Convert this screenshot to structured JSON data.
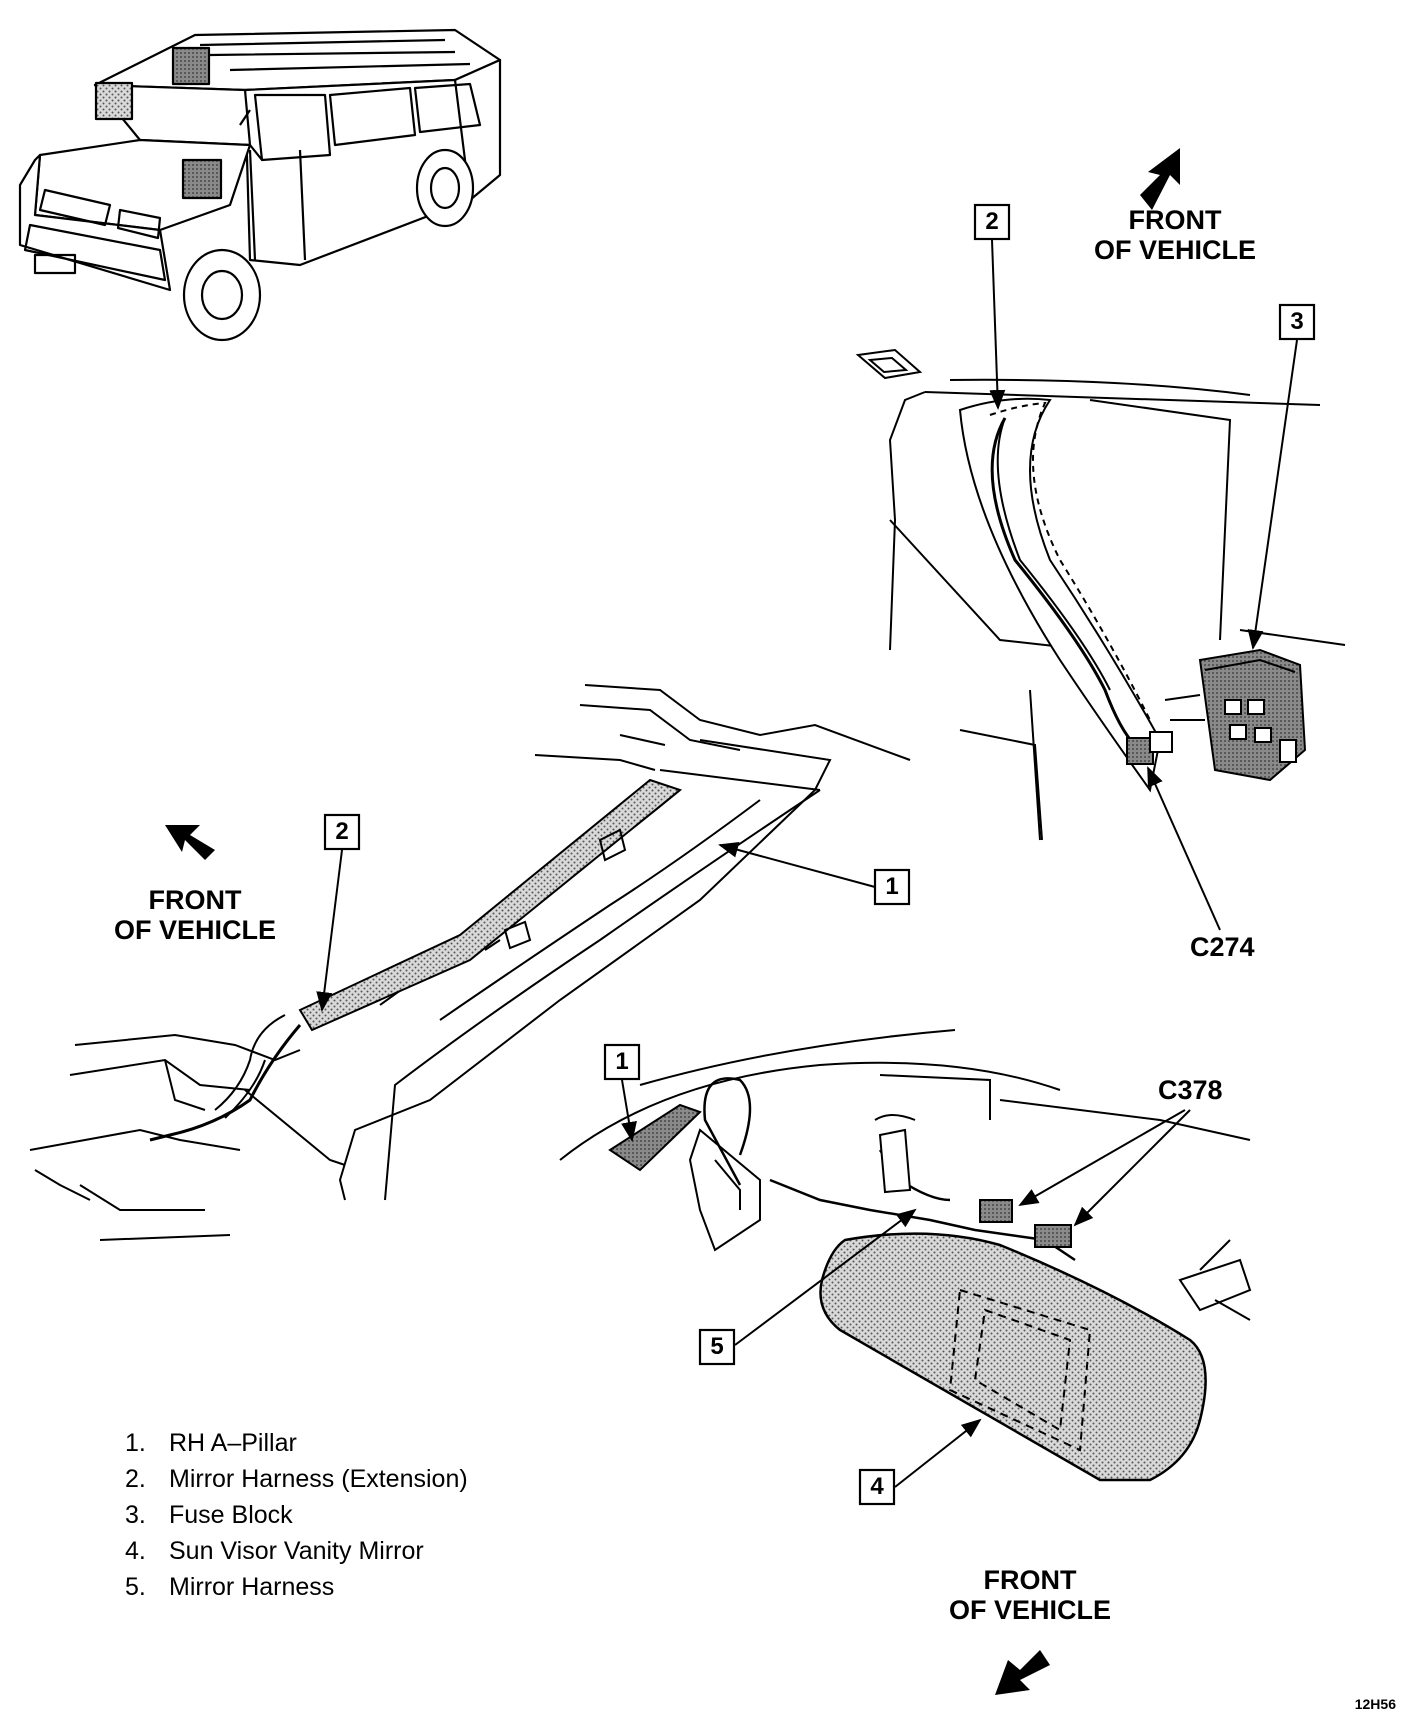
{
  "legend": [
    {
      "num": "1.",
      "label": "RH  A–Pillar"
    },
    {
      "num": "2.",
      "label": "Mirror Harness (Extension)"
    },
    {
      "num": "3.",
      "label": "Fuse Block"
    },
    {
      "num": "4.",
      "label": "Sun Visor Vanity Mirror"
    },
    {
      "num": "5.",
      "label": "Mirror Harness"
    }
  ],
  "front_labels": {
    "line1": "FRONT",
    "line2": "OF VEHICLE"
  },
  "callouts": {
    "c1": "1",
    "c2": "2",
    "c3": "3",
    "c4": "4",
    "c5": "5"
  },
  "connectors": {
    "c274": "C274",
    "c378": "C378"
  },
  "figure_code": "12H56",
  "colors": {
    "line": "#000000",
    "fill_shade": "#bdbdbd",
    "background": "#ffffff"
  }
}
